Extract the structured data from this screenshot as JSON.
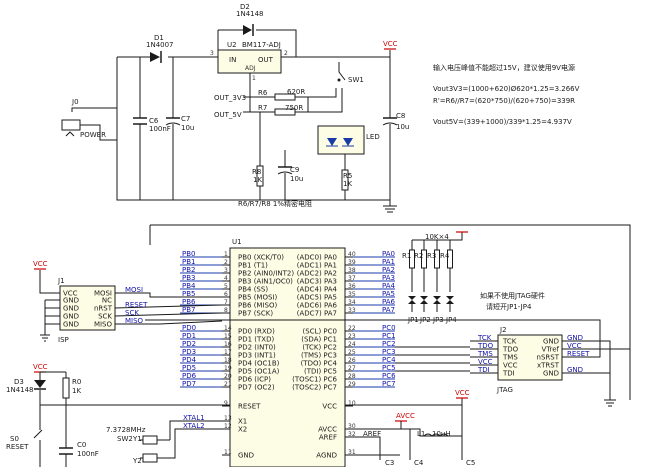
{
  "power": {
    "d2_name": "D2",
    "d2_part": "1N4148",
    "d1_name": "D1",
    "d1_part": "1N4007",
    "u2_name": "U2",
    "u2_part": "BM117-ADJ",
    "u2_in": "IN",
    "u2_out": "OUT",
    "u2_adj": "ADJ",
    "pin3": "3",
    "pin2": "2",
    "pin1": "1",
    "c6_name": "C6",
    "c6_val": "100nF",
    "c7_name": "C7",
    "c7_val": "10u",
    "j0_name": "J0",
    "j0_label": "POWER",
    "out3v3": "OUT_3V3",
    "out5v": "OUT_5V",
    "r6_name": "R6",
    "r6_val": "620R",
    "r7_name": "R7",
    "r7_val": "750R",
    "r8_name": "R8",
    "r8_val": "1K",
    "c9_name": "C9",
    "c9_val": "10u",
    "r5_name": "R5",
    "r5_val": "1K",
    "sw1": "SW1",
    "led": "LED",
    "c8_name": "C8",
    "c8_val": "10u",
    "vcc": "VCC",
    "note_resist": "R6/R7/R8 1%精密电阻"
  },
  "notes": [
    "输入电压峰值不能超过15V，建议使用9V电源",
    "Vout3V3=(1000+620)Ø620*1.25=3.266V",
    "R'=R6//R7=(620*750)/(620+750)=339R",
    "Vout5V=(339+1000)/339*1.25=4.937V"
  ],
  "u1": {
    "name": "U1",
    "left_pins": [
      {
        "num": "1",
        "name": "PB0 (XCK/T0)",
        "net": "PB0"
      },
      {
        "num": "2",
        "name": "PB1 (T1)",
        "net": "PB1"
      },
      {
        "num": "3",
        "name": "PB2 (AIN0/INT2)",
        "net": "PB2"
      },
      {
        "num": "4",
        "name": "PB3 (AIN1/OC0)",
        "net": "PB3"
      },
      {
        "num": "5",
        "name": "PB4 (SS)",
        "net": "PB4"
      },
      {
        "num": "6",
        "name": "PB5 (MOSI)",
        "net": "PB5"
      },
      {
        "num": "7",
        "name": "PB6 (MISO)",
        "net": "PB6"
      },
      {
        "num": "8",
        "name": "PB7 (SCK)",
        "net": "PB7"
      },
      {
        "num": "14",
        "name": "PD0 (RXD)",
        "net": "PD0"
      },
      {
        "num": "15",
        "name": "PD1 (TXD)",
        "net": "PD1"
      },
      {
        "num": "16",
        "name": "PD2 (INT0)",
        "net": "PD2"
      },
      {
        "num": "17",
        "name": "PD3 (INT1)",
        "net": "PD3"
      },
      {
        "num": "18",
        "name": "PD4 (OC1B)",
        "net": "PD4"
      },
      {
        "num": "19",
        "name": "PD5 (OC1A)",
        "net": "PD5"
      },
      {
        "num": "20",
        "name": "PD6 (ICP)",
        "net": "PD6"
      },
      {
        "num": "21",
        "name": "PD7 (OC2)",
        "net": "PD7"
      },
      {
        "num": "9",
        "name": "RESET",
        "net": ""
      },
      {
        "num": "13",
        "name": "X1",
        "net": "XTAL1"
      },
      {
        "num": "12",
        "name": "X2",
        "net": "XTAL2"
      },
      {
        "num": "11",
        "name": "GND",
        "net": ""
      }
    ],
    "right_pins": [
      {
        "num": "40",
        "name": "(ADC0) PA0",
        "net": "PA0"
      },
      {
        "num": "39",
        "name": "(ADC1) PA1",
        "net": "PA1"
      },
      {
        "num": "38",
        "name": "(ADC2) PA2",
        "net": "PA2"
      },
      {
        "num": "37",
        "name": "(ADC3) PA3",
        "net": "PA3"
      },
      {
        "num": "36",
        "name": "(ADC4) PA4",
        "net": "PA4"
      },
      {
        "num": "35",
        "name": "(ADC5) PA5",
        "net": "PA5"
      },
      {
        "num": "34",
        "name": "(ADC6) PA6",
        "net": "PA6"
      },
      {
        "num": "33",
        "name": "(ADC7) PA7",
        "net": "PA7"
      },
      {
        "num": "22",
        "name": "(SCL) PC0",
        "net": "PC0"
      },
      {
        "num": "23",
        "name": "(SDA) PC1",
        "net": "PC1"
      },
      {
        "num": "24",
        "name": "(TCK) PC2",
        "net": "PC2"
      },
      {
        "num": "25",
        "name": "(TMS) PC3",
        "net": "PC3"
      },
      {
        "num": "26",
        "name": "(TDO) PC4",
        "net": "PC4"
      },
      {
        "num": "27",
        "name": "(TDI) PC5",
        "net": "PC5"
      },
      {
        "num": "28",
        "name": "(TOSC1) PC6",
        "net": "PC6"
      },
      {
        "num": "29",
        "name": "(TOSC2) PC7",
        "net": "PC7"
      },
      {
        "num": "10",
        "name": "VCC",
        "net": ""
      },
      {
        "num": "30",
        "name": "AVCC",
        "net": ""
      },
      {
        "num": "32",
        "name": "AREF",
        "net": "AREF"
      },
      {
        "num": "31",
        "name": "AGND",
        "net": ""
      }
    ]
  },
  "isp": {
    "name": "J1",
    "label": "ISP",
    "left": [
      "VCC",
      "GND",
      "GND",
      "GND",
      "GND"
    ],
    "right": [
      "MOSI",
      "NC",
      "nRST",
      "SCK",
      "MISO"
    ],
    "nets": [
      "MOSI",
      "RESET",
      "SCK",
      "MISO"
    ]
  },
  "jtag": {
    "name": "J2",
    "label": "JTAG",
    "left": [
      "TCK",
      "TDO",
      "TMS",
      "VCC",
      "TDI"
    ],
    "right": [
      "GND",
      "VTref",
      "nSRST",
      "xTRST",
      "GND"
    ],
    "nets_left": [
      "TCK",
      "TDO",
      "TMS",
      "VCC",
      "TDI"
    ],
    "nets_right": [
      "GND",
      "VCC",
      "RESET",
      "",
      "GND"
    ],
    "note1": "如果不使用JTAG硬件",
    "note2": "请短开JP1-JP4"
  },
  "pullups": {
    "label": "10K×4",
    "names": [
      "R1",
      "R2",
      "R3",
      "R4"
    ],
    "jps": [
      "JP1",
      "JP2",
      "JP3",
      "JP4"
    ]
  },
  "reset": {
    "d3": "D3",
    "d3_part": "1N4148",
    "r0": "R0",
    "r0_val": "1K",
    "s0": "S0",
    "s0_label": "RESET",
    "c0": "C0",
    "c0_val": "100nF",
    "vcc": "VCC"
  },
  "xtal": {
    "freq": "7.3728MHz",
    "sw2": "SW2",
    "y1": "Y1",
    "y2": "Y2",
    "xt1": "XTAL1",
    "xt2": "XTAL2"
  },
  "analog": {
    "avcc": "AVCC",
    "vcc": "VCC",
    "l1": "L1",
    "l1_val": "10uH",
    "c3": "C3",
    "c4": "C4",
    "c5": "C5",
    "aref": "AREF"
  }
}
